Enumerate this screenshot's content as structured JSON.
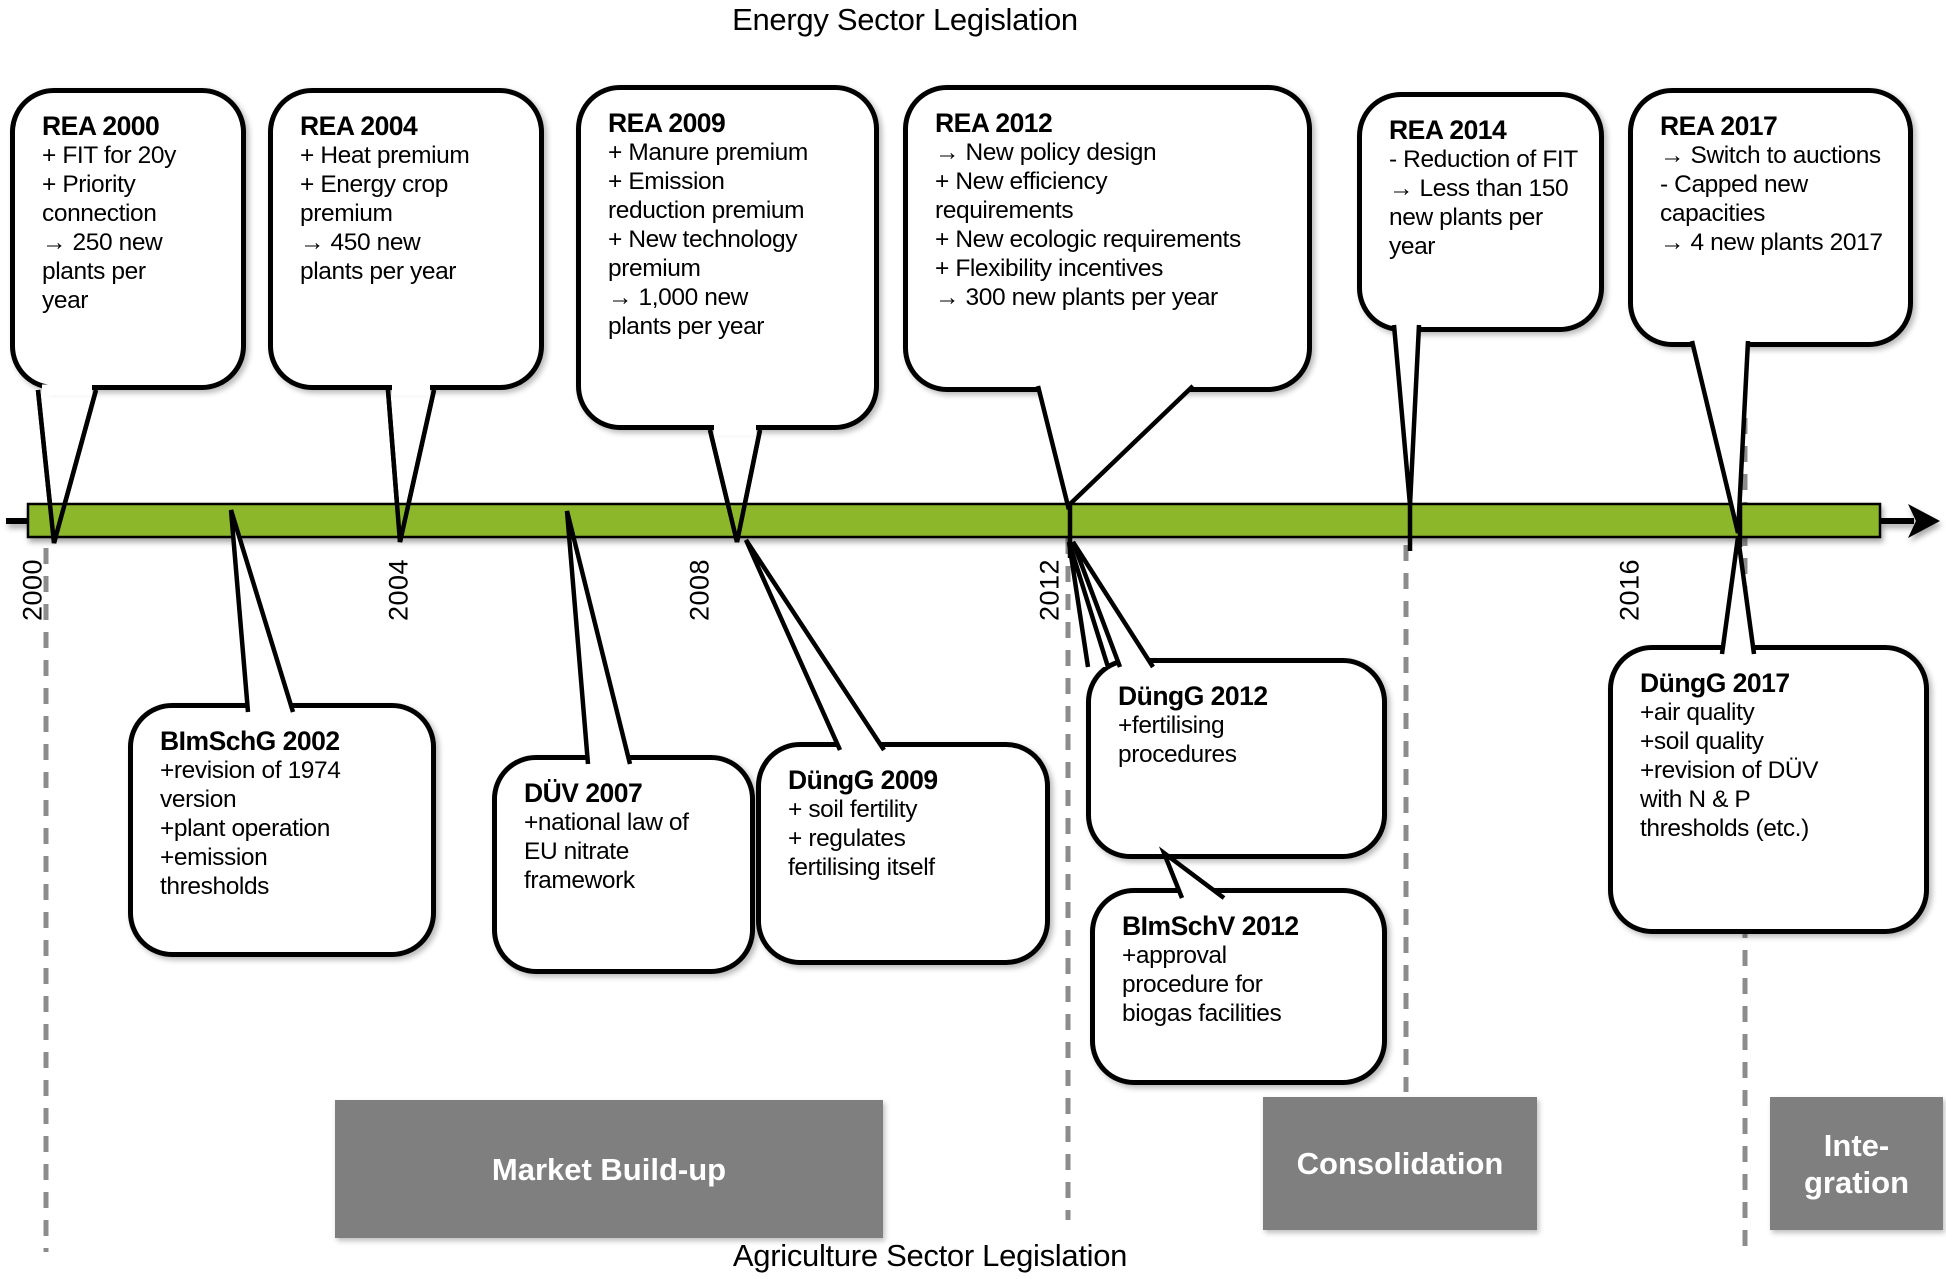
{
  "title_top": "Energy Sector Legislation",
  "title_bottom": "Agriculture Sector Legislation",
  "timeline": {
    "years": [
      "2000",
      "2004",
      "2008",
      "2012",
      "2016"
    ]
  },
  "energy_events": [
    {
      "title": "REA 2000",
      "body": "+ FIT for 20y\n+ Priority\nconnection\n→ 250 new\nplants per\nyear"
    },
    {
      "title": "REA 2004",
      "body": "+ Heat premium\n+ Energy crop\npremium\n→ 450 new\nplants per year"
    },
    {
      "title": "REA 2009",
      "body": "+ Manure premium\n+ Emission\nreduction premium\n+ New technology\npremium\n→ 1,000 new\nplants per year"
    },
    {
      "title": "REA 2012",
      "body": "→ New policy design\n+ New efficiency\nrequirements\n+ New ecologic requirements\n+ Flexibility incentives\n→ 300 new plants per year"
    },
    {
      "title": "REA 2014",
      "body": "- Reduction of FIT\n→ Less than 150\nnew plants per\nyear"
    },
    {
      "title": "REA 2017",
      "body": "→ Switch to auctions\n- Capped new\ncapacities\n→ 4 new plants 2017"
    }
  ],
  "agriculture_events": [
    {
      "title": "BImSchG 2002",
      "body": "+revision of 1974\nversion\n+plant operation\n+emission\nthresholds"
    },
    {
      "title": "DÜV 2007",
      "body": "+national law of\nEU nitrate\nframework"
    },
    {
      "title": "DüngG 2009",
      "body": "+ soil fertility\n+ regulates\nfertilising itself"
    },
    {
      "title": "DüngG 2012",
      "body": "+fertilising\nprocedures"
    },
    {
      "title": "BImSchV 2012",
      "body": "+approval\nprocedure for\nbiogas facilities"
    },
    {
      "title": "DüngG 2017",
      "body": "+air quality\n+soil quality\n+revision of DÜV\nwith N & P\nthresholds (etc.)"
    }
  ],
  "phases": [
    {
      "label": "Market Build-up"
    },
    {
      "label": "Consolidation"
    },
    {
      "label": "Inte-\ngration"
    }
  ],
  "colors": {
    "timeline-green": "#8CB72A",
    "phase-gray": "#7F7F7F",
    "dashed-gray": "#8C8C8C"
  }
}
